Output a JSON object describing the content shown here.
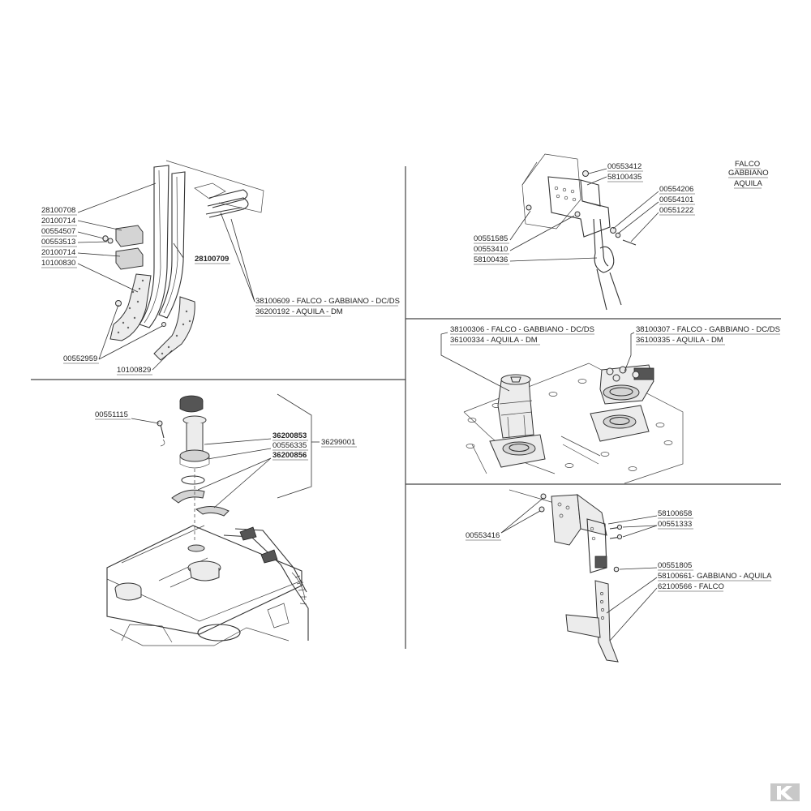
{
  "labels": {
    "tl_28100708": "28100708",
    "tl_20100714a": "20100714",
    "tl_00554507": "00554507",
    "tl_00553513": "00553513",
    "tl_20100714b": "20100714",
    "tl_10100830": "10100830",
    "tl_28100709": "28100709",
    "tl_38100609": "38100609 - FALCO - GABBIANO - DC/DS",
    "tl_36200192": "36200192 - AQUILA - DM",
    "tl_00552959": "00552959",
    "tl_10100829": "10100829",
    "tr_00553412": "00553412",
    "tr_58100435": "58100435",
    "tr_falco": "FALCO",
    "tr_gabbiano": "GABBIANO",
    "tr_aquila": "AQUILA",
    "tr_00554206": "00554206",
    "tr_00554101": "00554101",
    "tr_00551222": "00551222",
    "tr_00551585": "00551585",
    "tr_00553410": "00553410",
    "tr_58100436": "58100436",
    "mr_38100306": "38100306 - FALCO - GABBIANO - DC/DS",
    "mr_36100334": "36100334 - AQUILA - DM",
    "mr_38100307": "38100307 - FALCO - GABBIANO - DC/DS",
    "mr_36100335": "36100335 - AQUILA - DM",
    "bl_00551115": "00551115",
    "bl_36200853": "36200853",
    "bl_00556335": "00556335",
    "bl_36200856": "36200856",
    "bl_36299001": "36299001",
    "br_00553416": "00553416",
    "br_58100658": "58100658",
    "br_00551333": "00551333",
    "br_00551805": "00551805",
    "br_58100661": "58100661- GABBIANO - AQUILA",
    "br_62100566": "62100566 - FALCO"
  },
  "colors": {
    "line": "#333333",
    "part_fill": "#d4d4d4",
    "logo": "#c8c8c8"
  },
  "logo": {
    "name": "K-logo"
  }
}
